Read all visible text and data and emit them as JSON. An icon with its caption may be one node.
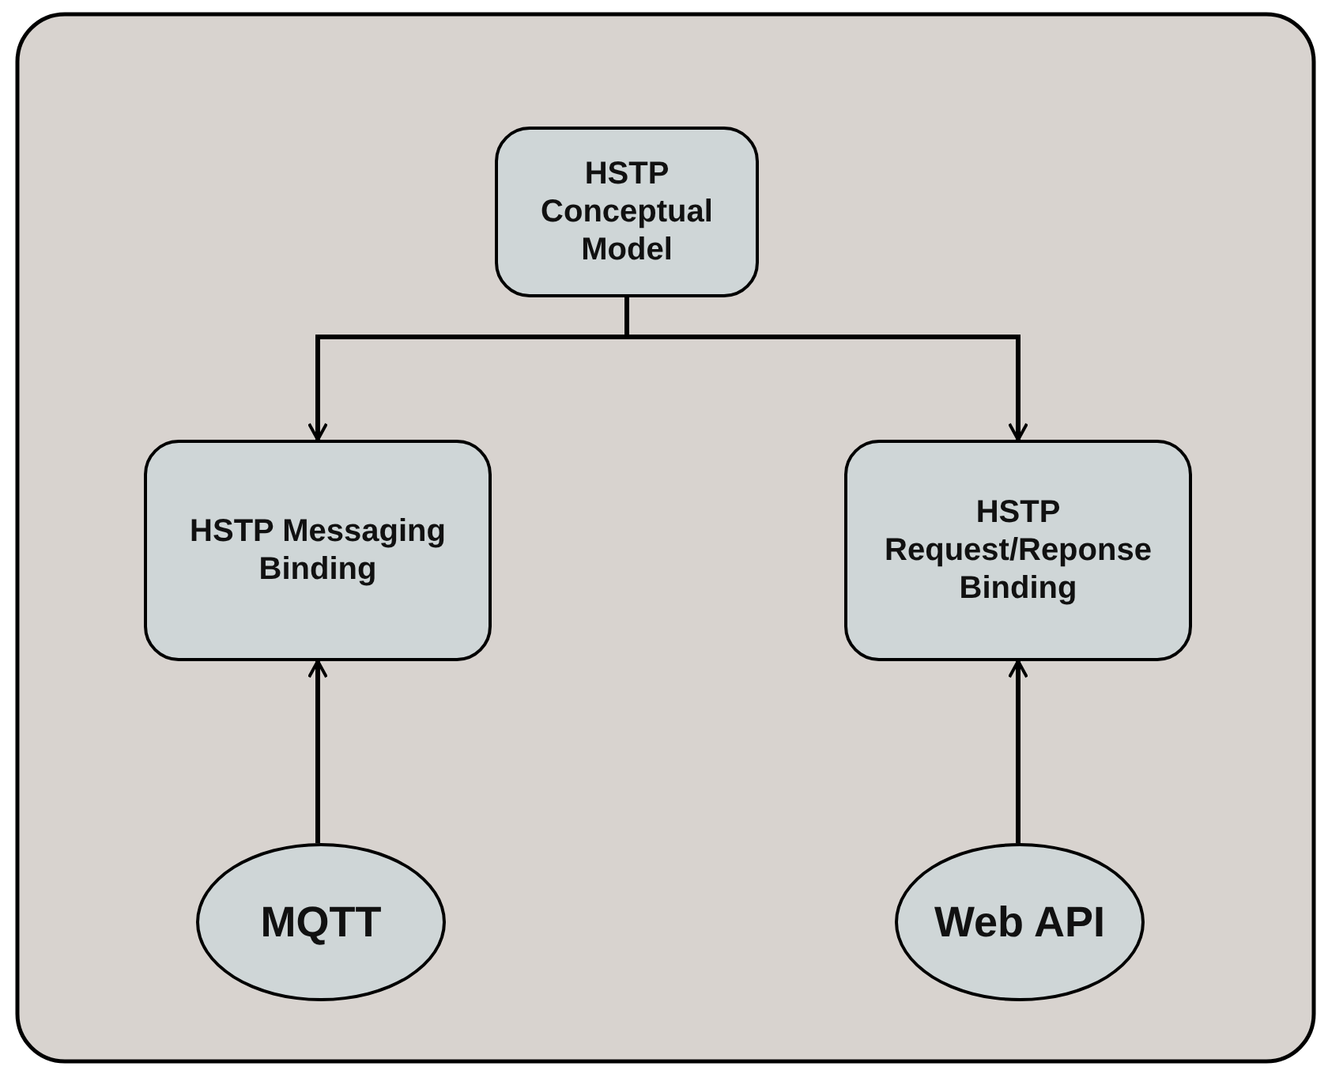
{
  "diagram": {
    "nodes": [
      {
        "text": [
          "HSTP Conceptual Model"
        ]
      },
      {
        "text": [
          "HSTP Messaging Binding"
        ]
      },
      {
        "text": [
          "HSTP Request/Reponse Binding"
        ]
      },
      {
        "text": [
          "MQTT"
        ]
      },
      {
        "text": [
          "Web API"
        ]
      }
    ],
    "edges": [
      {
        "from": 0,
        "to": 1,
        "arrow": "to"
      },
      {
        "from": 0,
        "to": 2,
        "arrow": "to"
      },
      {
        "from": 3,
        "to": 1,
        "arrow": "to"
      },
      {
        "from": 4,
        "to": 2,
        "arrow": "to"
      }
    ]
  }
}
